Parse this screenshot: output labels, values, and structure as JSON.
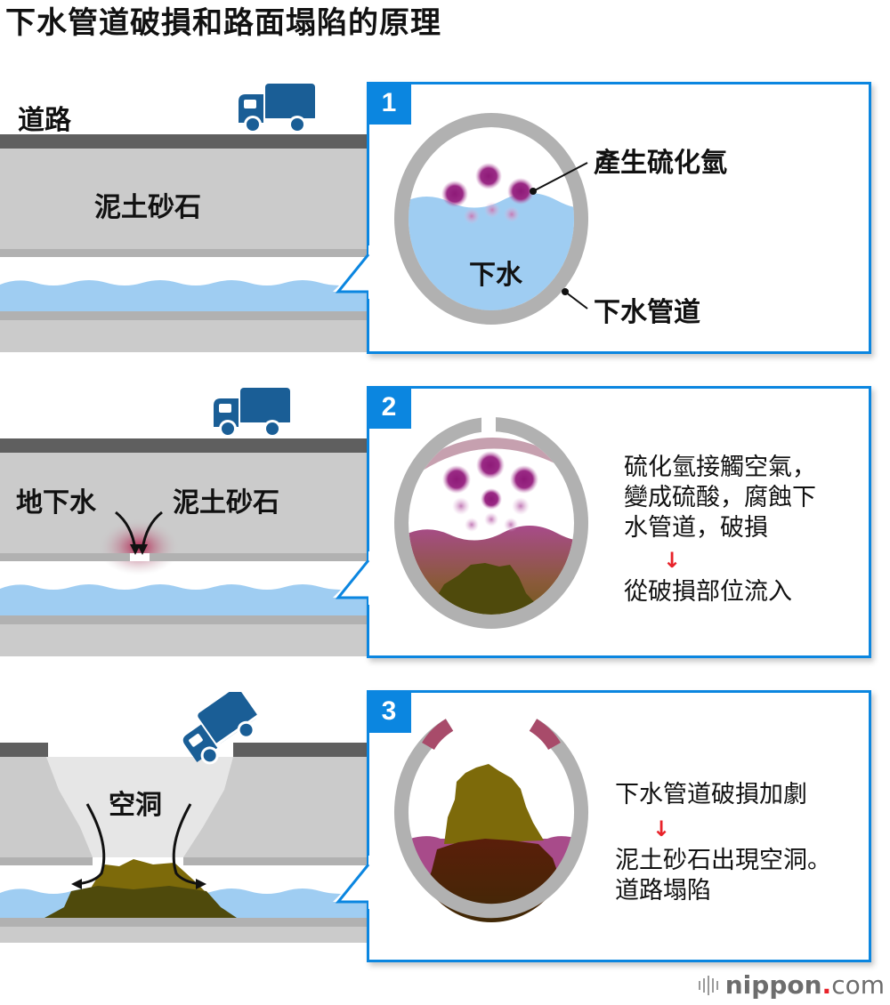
{
  "title": "下水管道破損和路面塌陷的原理",
  "colors": {
    "accent_blue": "#0b86e0",
    "truck_blue": "#1a5e96",
    "road_dark": "#5f5f5f",
    "soil_gray": "#cbcbcb",
    "pipe_gray": "#b1b1b1",
    "water_blue": "#9fcdf2",
    "gas_purple": "#8e1a78",
    "sludge_dark": "#4f4a0c",
    "sludge_light": "#7d6a0a",
    "alert_red": "#e8232a"
  },
  "scenes": [
    {
      "step": "1",
      "left_labels": {
        "road": "道路",
        "soil": "泥土砂石"
      },
      "icon": "truck-icon",
      "panel": {
        "badge": "1",
        "callout_gas": "產生硫化氫",
        "callout_pipe": "下水管道",
        "water_label": "下水"
      }
    },
    {
      "step": "2",
      "left_labels": {
        "groundwater": "地下水",
        "soil": "泥土砂石"
      },
      "icon": "truck-icon",
      "panel": {
        "badge": "2",
        "lines": [
          "硫化氫接觸空氣，",
          "變成硫酸，腐蝕下",
          "水管道，破損"
        ],
        "arrow": "↓",
        "result": "從破損部位流入"
      }
    },
    {
      "step": "3",
      "left_labels": {
        "cavity": "空洞"
      },
      "icon": "tilted-truck-icon",
      "panel": {
        "badge": "3",
        "line1": "下水管道破損加劇",
        "arrow": "↓",
        "result_lines": [
          "泥土砂石出現空洞。",
          "道路塌陷"
        ]
      }
    }
  ],
  "footer": {
    "brand": "nippon",
    "dot": ".",
    "tld": "com"
  }
}
